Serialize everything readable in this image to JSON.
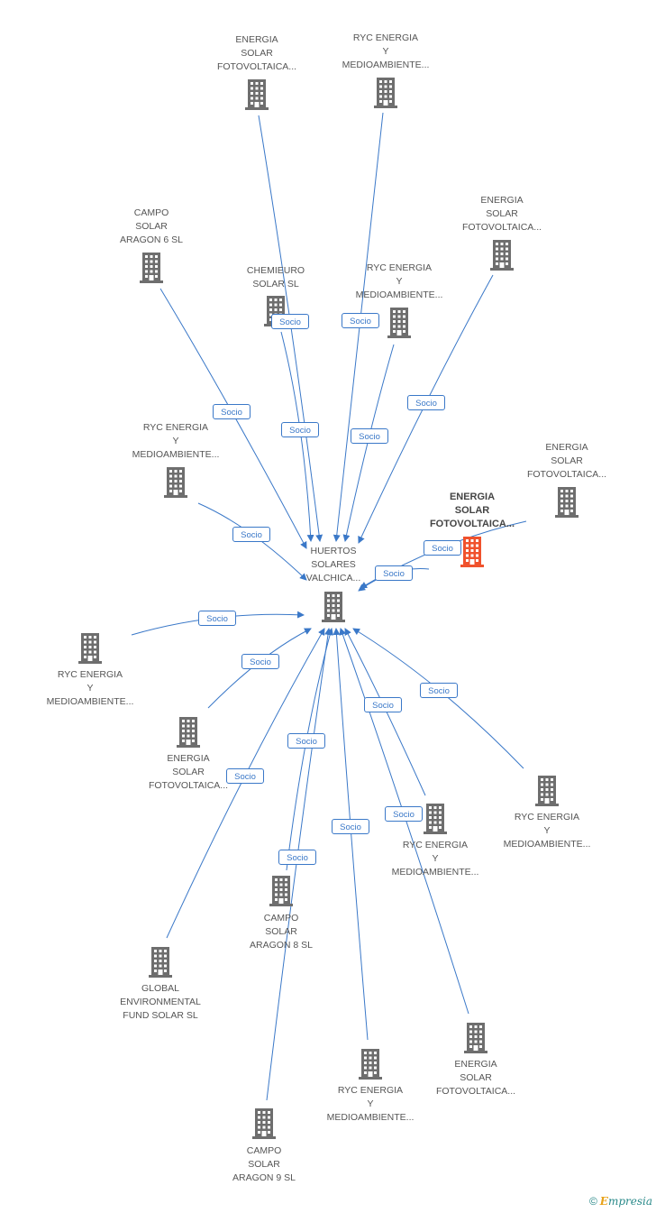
{
  "colors": {
    "edge": "#3a78c8",
    "node": "#6e6e6e",
    "highlight": "#f0522d",
    "label": "#555555"
  },
  "icon": "building-icon",
  "center": {
    "label": "HUERTOS\nSOLARES\nVALCHICA..."
  },
  "nodes": [
    {
      "label": "ENERGIA\nSOLAR\nFOTOVOLTAICA...",
      "highlight": false
    },
    {
      "label": "RYC ENERGIA\nY\nMEDIOAMBIENTE...",
      "highlight": false
    },
    {
      "label": "CAMPO\nSOLAR\nARAGON 6 SL",
      "highlight": false
    },
    {
      "label": "CHEMIEURO\nSOLAR SL",
      "highlight": false
    },
    {
      "label": "RYC ENERGIA\nY\nMEDIOAMBIENTE...",
      "highlight": false
    },
    {
      "label": "ENERGIA\nSOLAR\nFOTOVOLTAICA...",
      "highlight": false
    },
    {
      "label": "RYC ENERGIA\nY\nMEDIOAMBIENTE...",
      "highlight": false
    },
    {
      "label": "ENERGIA\nSOLAR\nFOTOVOLTAICA...",
      "highlight": false
    },
    {
      "label": "ENERGIA\nSOLAR\nFOTOVOLTAICA...",
      "highlight": true
    },
    {
      "label": "RYC ENERGIA\nY\nMEDIOAMBIENTE...",
      "highlight": false
    },
    {
      "label": "ENERGIA\nSOLAR\nFOTOVOLTAICA...",
      "highlight": false
    },
    {
      "label": "RYC ENERGIA\nY\nMEDIOAMBIENTE...",
      "highlight": false
    },
    {
      "label": "RYC ENERGIA\nY\nMEDIOAMBIENTE...",
      "highlight": false
    },
    {
      "label": "CAMPO\nSOLAR\nARAGON 8 SL",
      "highlight": false
    },
    {
      "label": "GLOBAL\nENVIRONMENTAL\nFUND SOLAR SL",
      "highlight": false
    },
    {
      "label": "ENERGIA\nSOLAR\nFOTOVOLTAICA...",
      "highlight": false
    },
    {
      "label": "RYC ENERGIA\nY\nMEDIOAMBIENTE...",
      "highlight": false
    },
    {
      "label": "CAMPO\nSOLAR\nARAGON 9 SL",
      "highlight": false
    }
  ],
  "edge_label": "Socio",
  "footer": {
    "copyright": "©",
    "brand_e": "E",
    "brand_rest": "mpresia"
  }
}
